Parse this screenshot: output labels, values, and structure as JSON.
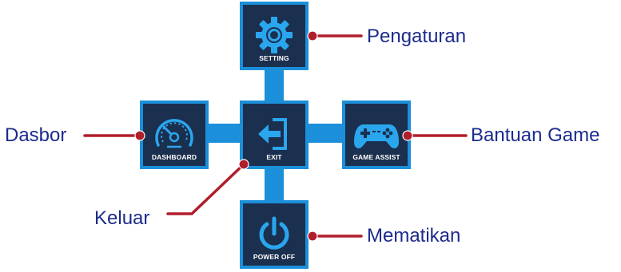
{
  "colors": {
    "accent_blue": "#1b8fda",
    "tile_fill": "#1b2f4e",
    "icon_blue": "#2aa6ee",
    "leader_red": "#b01e2c",
    "label_navy": "#1c2b8c"
  },
  "tiles": {
    "setting": {
      "caption": "SETTING",
      "icon": "gear-icon"
    },
    "dashboard": {
      "caption": "DASHBOARD",
      "icon": "speedometer-icon"
    },
    "exit": {
      "caption": "EXIT",
      "icon": "exit-arrow-icon"
    },
    "game_assist": {
      "caption": "GAME ASSIST",
      "icon": "gamepad-icon"
    },
    "power_off": {
      "caption": "POWER OFF",
      "icon": "power-icon"
    }
  },
  "callouts": {
    "setting": "Pengaturan",
    "dashboard": "Dasbor",
    "exit": "Keluar",
    "game_assist": "Bantuan Game",
    "power_off": "Mematikan"
  }
}
